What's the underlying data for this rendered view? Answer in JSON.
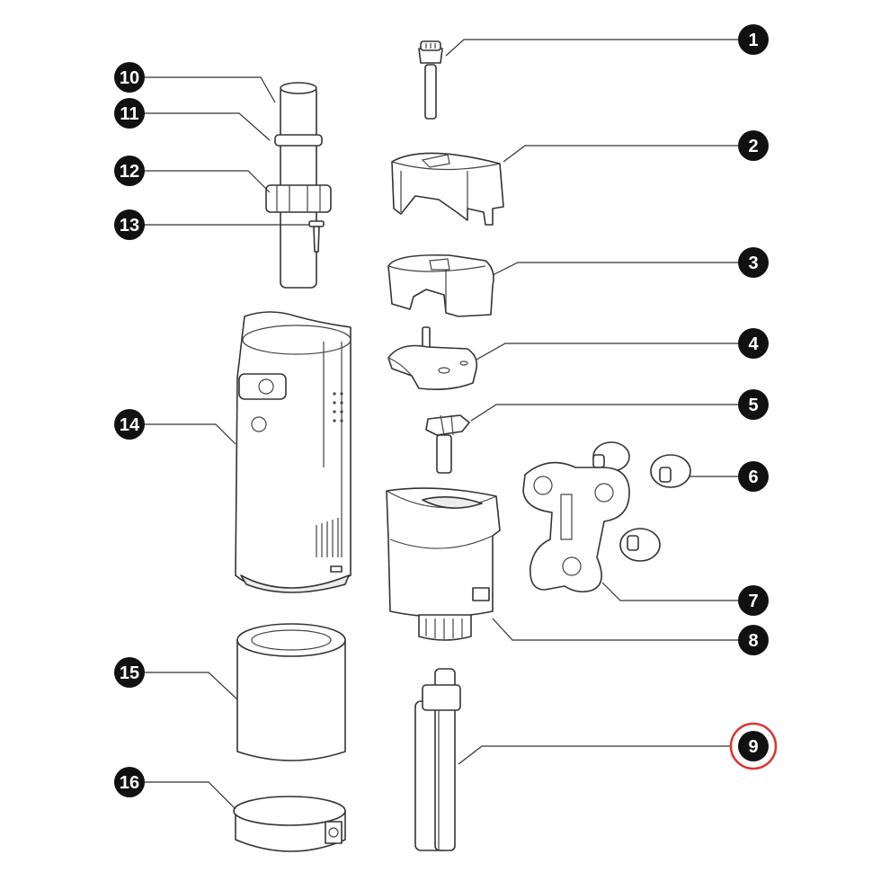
{
  "colors": {
    "line": "#333333",
    "badge": "#111111",
    "badge_text": "#ffffff",
    "highlight": "#e0322c"
  },
  "callouts": [
    {
      "id": "1",
      "highlighted": false
    },
    {
      "id": "2",
      "highlighted": false
    },
    {
      "id": "3",
      "highlighted": false
    },
    {
      "id": "4",
      "highlighted": false
    },
    {
      "id": "5",
      "highlighted": false
    },
    {
      "id": "6",
      "highlighted": false
    },
    {
      "id": "7",
      "highlighted": false
    },
    {
      "id": "8",
      "highlighted": false
    },
    {
      "id": "9",
      "highlighted": true
    },
    {
      "id": "10",
      "highlighted": false
    },
    {
      "id": "11",
      "highlighted": false
    },
    {
      "id": "12",
      "highlighted": false
    },
    {
      "id": "13",
      "highlighted": false
    },
    {
      "id": "14",
      "highlighted": false
    },
    {
      "id": "15",
      "highlighted": false
    },
    {
      "id": "16",
      "highlighted": false
    }
  ]
}
